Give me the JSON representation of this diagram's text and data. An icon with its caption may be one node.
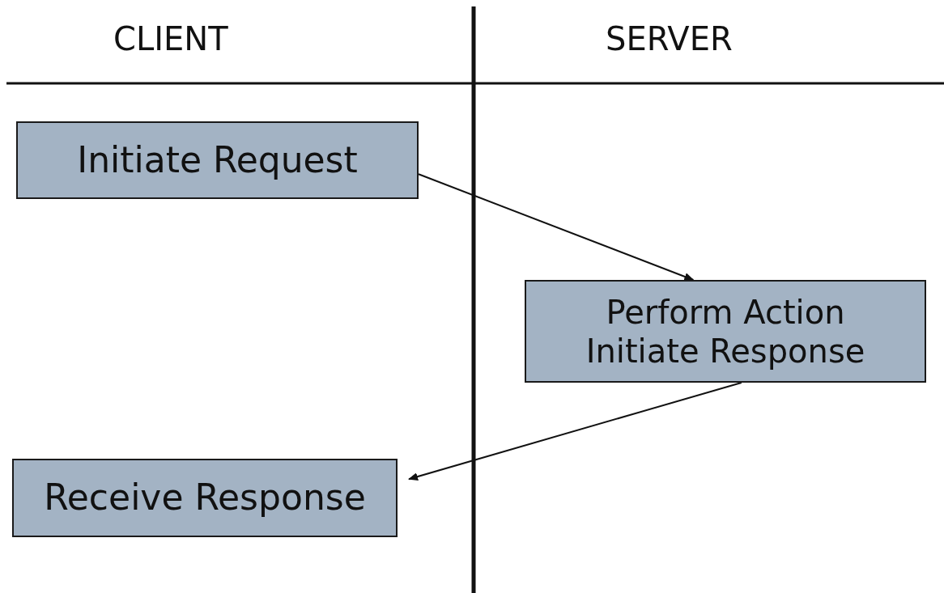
{
  "diagram": {
    "nodes": [
      {
        "text": [
          "Initiate Request"
        ]
      },
      {
        "text": [
          "Perform Action",
          "Initiate Response"
        ]
      },
      {
        "text": [
          "Receive Response"
        ]
      }
    ],
    "edges": [
      {
        "from": 0,
        "to": 1,
        "arrow": "to"
      },
      {
        "from": 1,
        "to": 2,
        "arrow": "to"
      }
    ],
    "labels": [
      "CLIENT",
      "SERVER"
    ]
  }
}
